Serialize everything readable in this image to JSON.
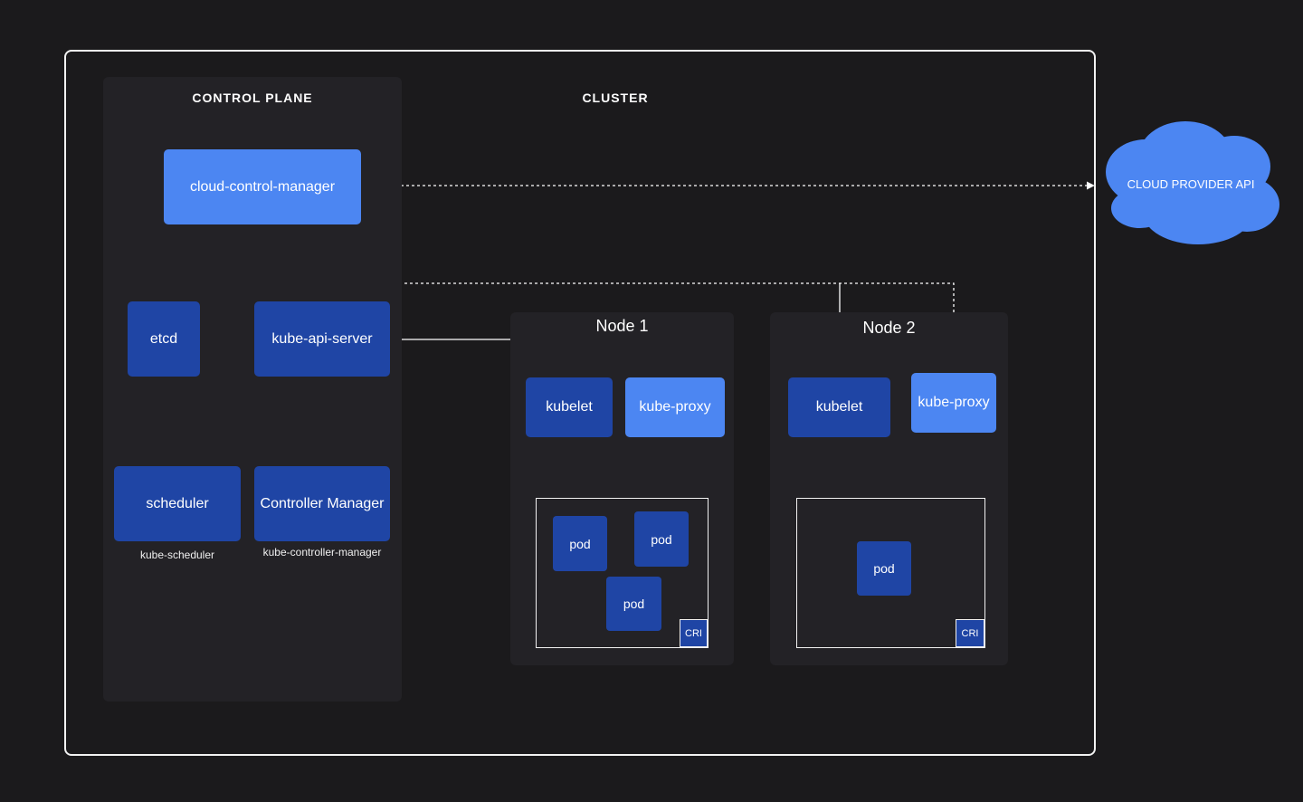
{
  "cluster": {
    "title": "CLUSTER"
  },
  "control_plane": {
    "title": "CONTROL PLANE",
    "cloud_control_manager": "cloud-control-manager",
    "etcd": "etcd",
    "api_server": "kube-api-server",
    "scheduler": "scheduler",
    "scheduler_sub": "kube-scheduler",
    "controller_manager": "Controller Manager",
    "controller_manager_sub": "kube-controller-manager"
  },
  "nodes": [
    {
      "title": "Node 1",
      "kubelet": "kubelet",
      "proxy": "kube-proxy",
      "pods": [
        "pod",
        "pod",
        "pod"
      ],
      "runtime": "CRI"
    },
    {
      "title": "Node 2",
      "kubelet": "kubelet",
      "proxy": "kube-proxy",
      "pods": [
        "pod"
      ],
      "runtime": "CRI"
    }
  ],
  "cloud": {
    "label": "CLOUD PROVIDER API",
    "color": "#4c86f2"
  },
  "colors": {
    "dark_box": "#1f45a5",
    "light_box": "#4c86f2",
    "panel": "#232226",
    "background": "#1b1a1c"
  }
}
